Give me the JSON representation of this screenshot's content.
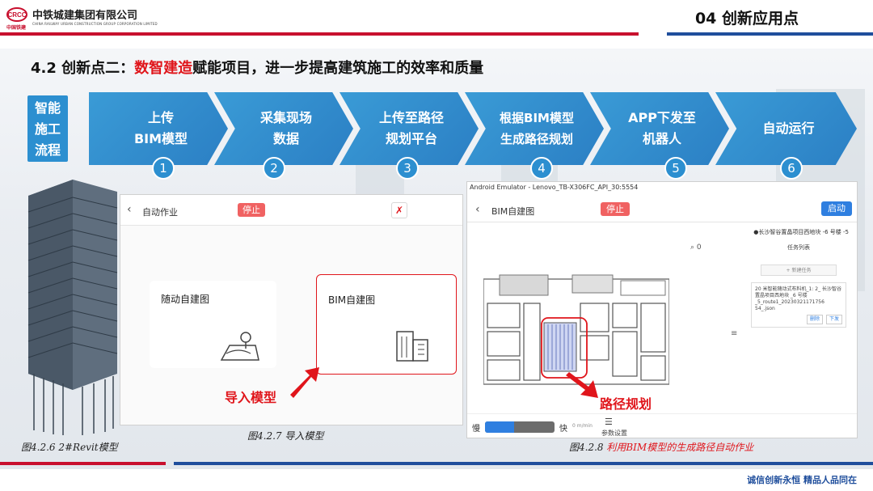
{
  "header": {
    "company_name": "中铁城建集团有限公司",
    "company_en": "CHINA RAILWAY URBAN CONSTRUCTION GROUP CORPORATION LIMITED",
    "logo_small": "中国铁建",
    "section_title": "04  创新应用点"
  },
  "heading": {
    "prefix": "4.2 创新点二：",
    "highlight": "数智建造",
    "suffix": "赋能项目，进一步提高建筑施工的效率和质量"
  },
  "flow": {
    "label": "智能施工流程",
    "label_lines": [
      "智能",
      "施工",
      "流程"
    ],
    "steps": [
      {
        "line1": "上传",
        "line2": "BIM模型",
        "num": "1"
      },
      {
        "line1": "采集现场",
        "line2": "数据",
        "num": "2"
      },
      {
        "line1": "上传至路径",
        "line2": "规划平台",
        "num": "3"
      },
      {
        "line1": "根据BIM模型",
        "line2": "生成路径规划",
        "num": "4"
      },
      {
        "line1": "APP下发至",
        "line2": "机器人",
        "num": "5"
      },
      {
        "line1": "自动运行",
        "line2": "",
        "num": "6"
      }
    ]
  },
  "panel1": {
    "title": "自动作业",
    "stop_label": "停止",
    "card1_label": "随动自建图",
    "card2_label": "BIM自建图",
    "note": "导入模型"
  },
  "panel2": {
    "emulator_title": "Android Emulator - Lenovo_TB-X306FC_API_30:5554",
    "title": "BIM自建图",
    "stop_label": "停止",
    "start_label": "启动",
    "info_line": "●长沙智谷置晶项目西地块 -6 号楼 -5",
    "zoom_label": "0",
    "task_list_title": "任务列表",
    "new_task_label": "+ 新建任务",
    "task_text": "20 米智能随动式布料机_1: 2_ 长沙智谷置晶项目西地块 _6 号楼 _5_route1_20230321171756​54_.json",
    "delete_label": "删除",
    "send_label": "下发",
    "slow_label": "慢",
    "fast_label": "快",
    "speed_unit": "0 m/min",
    "speed_level": 0.42,
    "settings_label": "参数设置",
    "note": "路径规划"
  },
  "captions": {
    "c1": "图4.2.6 2#Revit模型",
    "c2": "图4.2.7 导入模型",
    "c3_prefix": "图4.2.8 ",
    "c3_red": "利用BIM模型的生成路径自动作业"
  },
  "footer": {
    "slogan": "诚信创新永恒    精品人品同在"
  },
  "colors": {
    "brand_red": "#c8102e",
    "brand_blue": "#1f4e9c",
    "arrow_blue": "#2c8fd0",
    "highlight_red": "#e0151b",
    "button_blue": "#2f7fe0"
  }
}
